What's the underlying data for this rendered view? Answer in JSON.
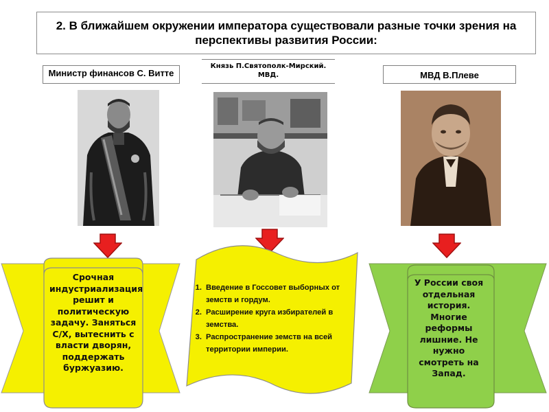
{
  "title": {
    "number": "2.",
    "text": " В ближайшем окружении императора существовали разные точки зрения на перспективы развития России:"
  },
  "labels": {
    "witte": "Министр финансов С. Витте",
    "mirsky_line1": "Князь П.Святополк-Мирский.",
    "mirsky_line2": "МВД.",
    "pleve": "МВД В.Плеве"
  },
  "colors": {
    "yellow_banner": "#f5f000",
    "green_banner": "#8fd04a",
    "arrow_red": "#e81f1f",
    "scroll_stroke": "#8c8c8c"
  },
  "witte_view": "Срочная индустриализация решит и политическую задачу. Заняться С/Х, вытеснить с власти дворян, поддержать буржуазию.",
  "mirsky_view": [
    {
      "num": "1.",
      "text": "Введение в Госсовет выборных от земств и гордум."
    },
    {
      "num": "2.",
      "text": "Расширение круга избирателей в земства."
    },
    {
      "num": "3.",
      "text": "Распространение земств на всей территории империи."
    }
  ],
  "pleve_view": "У России своя отдельная история. Многие реформы лишние. Не нужно смотреть на Запад.",
  "photos": {
    "witte": "portrait-photo",
    "mirsky": "portrait-photo-at-desk",
    "pleve": "portrait-photo-sepia"
  }
}
